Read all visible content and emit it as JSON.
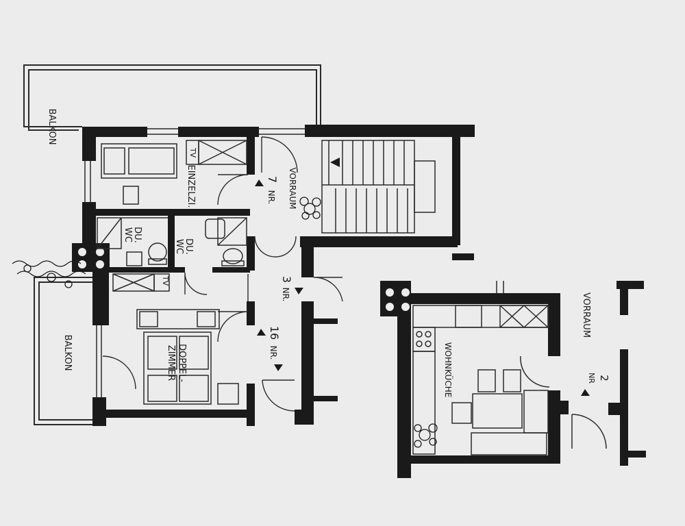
{
  "floor_plan": {
    "colors": {
      "paper": "#ececec",
      "wall": "#1a1a1a",
      "line": "#2a2a2a"
    },
    "rooms": {
      "balkon_top": "BALKON",
      "balkon_bottom": "BALKON",
      "einzelzi": "EINZELZI.",
      "tv_top": "TV",
      "du_wc_left": {
        "line1": "DU.",
        "line2": "WC"
      },
      "du_wc_right": {
        "line1": "DU.",
        "line2": "WC"
      },
      "tv_mid": "TV",
      "doppel": {
        "line1": "DOPPEL-",
        "line2": "ZIMMER"
      },
      "vorraum_top": "VORRAUM",
      "wohnkueche": "WOHNKÜCHE",
      "vorraum_right": "VORRAUM"
    },
    "apartments": [
      {
        "prefix": "NR.",
        "number": "7"
      },
      {
        "prefix": "NR.",
        "number": "3"
      },
      {
        "prefix": "NR.",
        "number": "16"
      },
      {
        "prefix": "NR",
        "number": "2"
      }
    ],
    "icons": [
      "stair-arrow-icon",
      "plant-icon",
      "chimney-icon",
      "door-swing-icon",
      "bed-icon",
      "chair-icon",
      "toilet-icon",
      "sink-icon",
      "shower-icon",
      "stove-icon"
    ]
  }
}
